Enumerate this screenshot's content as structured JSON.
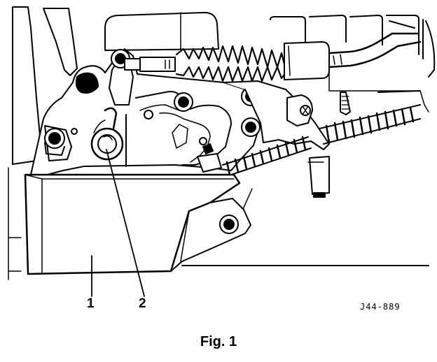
{
  "figure": {
    "caption": "Fig. 1",
    "reference_code": "J44-889",
    "callouts": [
      {
        "number": "1"
      },
      {
        "number": "2"
      }
    ]
  },
  "colors": {
    "ink": "#000000",
    "paper": "#ffffff"
  }
}
